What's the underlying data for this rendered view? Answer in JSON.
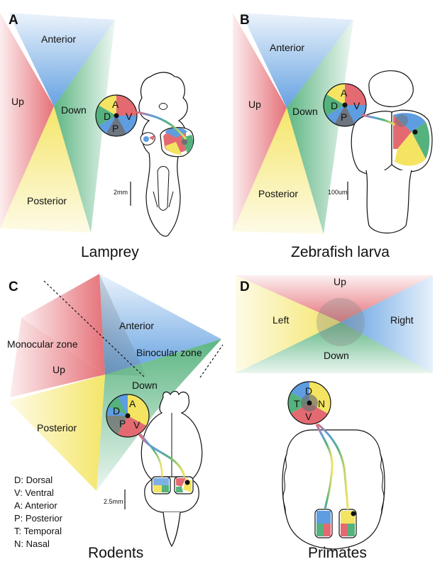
{
  "panels": {
    "A": {
      "letter": "A",
      "species": "Lamprey",
      "directions": {
        "anterior": "Anterior",
        "up": "Up",
        "down": "Down",
        "posterior": "Posterior"
      },
      "eye": {
        "a": "A",
        "d": "D",
        "v": "V",
        "p": "P"
      },
      "scale_label": "2mm"
    },
    "B": {
      "letter": "B",
      "species": "Zebrafish larva",
      "directions": {
        "anterior": "Anterior",
        "up": "Up",
        "down": "Down",
        "posterior": "Posterior"
      },
      "eye": {
        "a": "A",
        "d": "D",
        "v": "V",
        "p": "P"
      },
      "scale_label": "100um"
    },
    "C": {
      "letter": "C",
      "species": "Rodents",
      "directions": {
        "anterior": "Anterior",
        "monocular": "Monocular zone",
        "binocular": "Binocular zone",
        "up": "Up",
        "down": "Down",
        "posterior": "Posterior"
      },
      "eye": {
        "a": "A",
        "d": "D",
        "v": "V",
        "p": "P"
      },
      "scale_label": "2.5mm"
    },
    "D": {
      "letter": "D",
      "species": "Primates",
      "directions": {
        "up": "Up",
        "left": "Left",
        "right": "Right",
        "down": "Down"
      },
      "eye": {
        "d": "D",
        "t": "T",
        "n": "N",
        "v": "V"
      }
    }
  },
  "legend": [
    "D: Dorsal",
    "V: Ventral",
    "A: Anterior",
    "P: Posterior",
    "T: Temporal",
    "N: Nasal"
  ],
  "colors": {
    "up": "#e46a72",
    "anterior": "#5d9de0",
    "down": "#55b27d",
    "posterior": "#f4e461",
    "dark_grey": "#6f6f6f"
  }
}
